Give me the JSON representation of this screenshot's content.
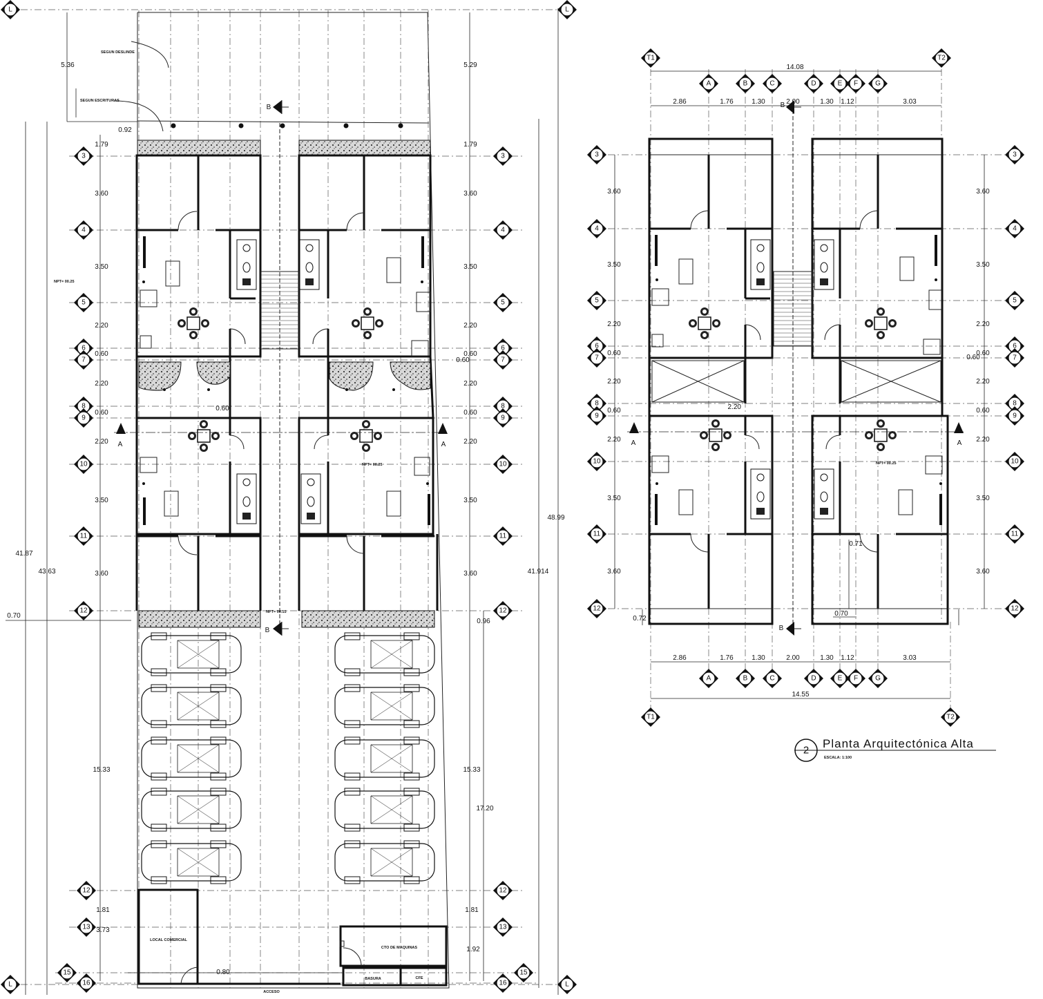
{
  "ground_plan": {
    "grid_rows": [
      "3",
      "4",
      "5",
      "6",
      "7",
      "8",
      "9",
      "10",
      "11",
      "12",
      "12",
      "13",
      "15",
      "16",
      "L"
    ],
    "row_dims": [
      "1.79",
      "3.60",
      "3.50",
      "2.20",
      "0.60",
      "2.20",
      "0.60",
      "2.20",
      "3.50",
      "3.60"
    ],
    "left_dims": [
      "1.79",
      "3.60",
      "3.50",
      "2.20",
      "0.60",
      "2.20",
      "0.60",
      "2.20",
      "3.50",
      "3.60"
    ],
    "top_dims": {
      "left": "5.36",
      "right": "5.29",
      "small": "0.92"
    },
    "notes": {
      "deslinde": "SEGUN DESLINDE",
      "escrituras": "SEGUN ESCRITURAS",
      "npt_left": "NPT= 00.25",
      "npt_right": "NPT= 00.25",
      "npt_corridor": "NPT= 00.15"
    },
    "overall_dims": {
      "a": "41.87",
      "b": "43.63",
      "c": "41.914",
      "d": "48.99"
    },
    "parking_dims": {
      "left": "15.33",
      "right": "15.33",
      "total": "17.20"
    },
    "lower_dims": {
      "d1": "1.81",
      "d2": "3.73",
      "d3": "1.81",
      "d4": "1.92",
      "d5": "0.80",
      "d6": "0.70",
      "d7": "0.96",
      "mid060": "0.60",
      "top060": "0.60"
    },
    "rooms": {
      "local": "LOCAL COMERCIAL",
      "maquinas": "CTO DE MAQUINAS",
      "basura": "BASURA",
      "cfe": "CFE",
      "acceso": "ACCESO"
    },
    "section_marks": {
      "b": "B",
      "a": "A"
    }
  },
  "upper_plan": {
    "col_labels": [
      "A",
      "B",
      "C",
      "D",
      "E",
      "F",
      "G"
    ],
    "col_dims": [
      "2.86",
      "1.76",
      "1.30",
      "2.00",
      "1.30",
      "1.12",
      "3.03"
    ],
    "total_top": "14.08",
    "total_bottom": "14.55",
    "end_labels": [
      "T1",
      "T2"
    ],
    "grid_rows": [
      "3",
      "4",
      "5",
      "6",
      "7",
      "8",
      "9",
      "10",
      "11",
      "12"
    ],
    "row_dims": [
      "3.60",
      "3.50",
      "2.20",
      "0.60",
      "2.20",
      "0.60",
      "2.20",
      "3.50",
      "3.60"
    ],
    "extra_dims": {
      "d071": "0.71",
      "d072": "0.72",
      "d070": "0.70",
      "npt": "NPT= 00.25"
    }
  },
  "title_block": {
    "number": "2",
    "title": "Planta Arquitectónica Alta",
    "scale": "ESCALA: 1:100"
  },
  "colors": {
    "ink": "#111111",
    "grid": "#555555",
    "paper": "#ffffff"
  }
}
